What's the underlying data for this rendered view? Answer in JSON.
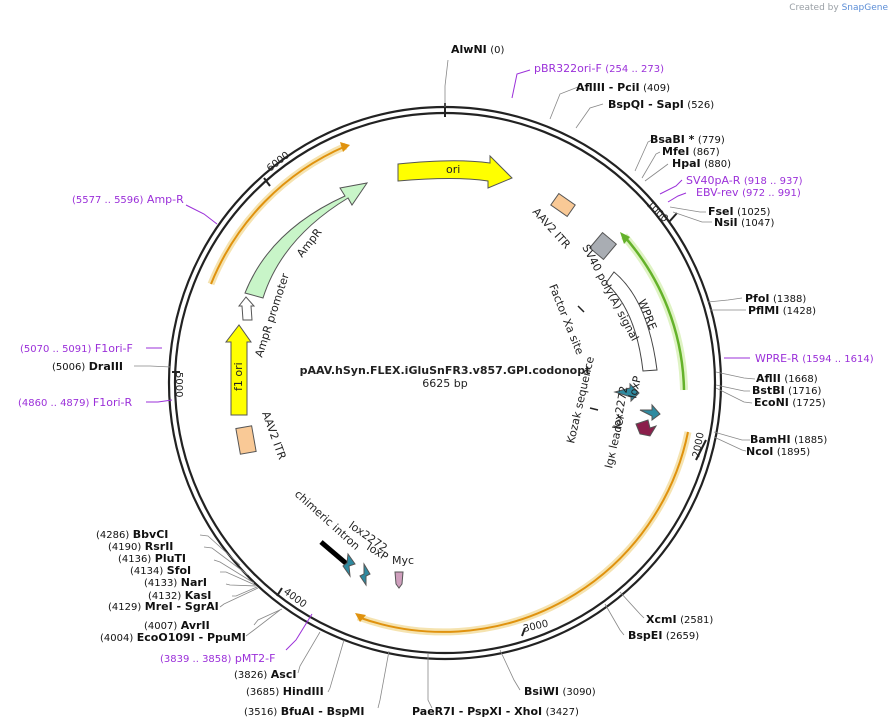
{
  "watermark": {
    "prefix": "Created by",
    "brand": "SnapGene"
  },
  "plasmid": {
    "name": "pAAV.hSyn.FLEX.iGluSnFR3.v857.GPI.codonopt",
    "size_label": "6625 bp",
    "length": 6625
  },
  "colors": {
    "primer": "#9b30d9",
    "backbone": "#222222",
    "ori": "#ffff00",
    "ampr": "#c8f5c8",
    "itr": "#f9c996",
    "orange": "#e0920e",
    "green": "#64b22a",
    "teal": "#2f8aa0",
    "plum": "#8b1f4b"
  },
  "ticks": [
    {
      "label": "1000"
    },
    {
      "label": "2000"
    },
    {
      "label": "3000"
    },
    {
      "label": "4000"
    },
    {
      "label": "5000"
    },
    {
      "label": "6000"
    }
  ],
  "enzymes": [
    {
      "name": "AlwNI",
      "pos": "(0)"
    },
    {
      "name": "AflIII - PciI",
      "pos": "(409)"
    },
    {
      "name": "BspQI - SapI",
      "pos": "(526)"
    },
    {
      "name": "BsaBI *",
      "pos": "(779)"
    },
    {
      "name": "MfeI",
      "pos": "(867)"
    },
    {
      "name": "HpaI",
      "pos": "(880)"
    },
    {
      "name": "FseI",
      "pos": "(1025)"
    },
    {
      "name": "NsiI",
      "pos": "(1047)"
    },
    {
      "name": "PfoI",
      "pos": "(1388)"
    },
    {
      "name": "PflMI",
      "pos": "(1428)"
    },
    {
      "name": "AflII",
      "pos": "(1668)"
    },
    {
      "name": "BstBI",
      "pos": "(1716)"
    },
    {
      "name": "EcoNI",
      "pos": "(1725)"
    },
    {
      "name": "BamHI",
      "pos": "(1885)"
    },
    {
      "name": "NcoI",
      "pos": "(1895)"
    },
    {
      "name": "XcmI",
      "pos": "(2581)"
    },
    {
      "name": "BspEI",
      "pos": "(2659)"
    },
    {
      "name": "BsiWI",
      "pos": "(3090)"
    },
    {
      "name": "PaeR7I - PspXI - XhoI",
      "pos": "(3427)"
    },
    {
      "name": "BfuAI - BspMI",
      "pos": "(3516)"
    },
    {
      "name": "HindIII",
      "pos": "(3685)"
    },
    {
      "name": "AscI",
      "pos": "(3826)"
    },
    {
      "name": "EcoO109I - PpuMI",
      "pos": "(4004)"
    },
    {
      "name": "AvrII",
      "pos": "(4007)"
    },
    {
      "name": "MreI - SgrAI",
      "pos": "(4129)"
    },
    {
      "name": "KasI",
      "pos": "(4132)"
    },
    {
      "name": "NarI",
      "pos": "(4133)"
    },
    {
      "name": "SfoI",
      "pos": "(4134)"
    },
    {
      "name": "PluTI",
      "pos": "(4136)"
    },
    {
      "name": "RsrII",
      "pos": "(4190)"
    },
    {
      "name": "BbvCI",
      "pos": "(4286)"
    },
    {
      "name": "DraIII",
      "pos": "(5006)"
    }
  ],
  "primers": [
    {
      "name": "pBR322ori-F",
      "range": "(254 .. 273)"
    },
    {
      "name": "SV40pA-R",
      "range": "(918 .. 937)"
    },
    {
      "name": "EBV-rev",
      "range": "(972 .. 991)"
    },
    {
      "name": "WPRE-R",
      "range": "(1594 .. 1614)"
    },
    {
      "name": "pMT2-F",
      "range": "(3839 .. 3858)"
    },
    {
      "name": "F1ori-R",
      "range": "(4860 .. 4879)"
    },
    {
      "name": "F1ori-F",
      "range": "(5070 .. 5091)"
    },
    {
      "name": "Amp-R",
      "range": "(5577 .. 5596)"
    }
  ],
  "features": [
    {
      "name": "ori"
    },
    {
      "name": "AmpR"
    },
    {
      "name": "AmpR promoter"
    },
    {
      "name": "f1 ori"
    },
    {
      "name": "AAV2 ITR"
    },
    {
      "name": "AAV2 ITR"
    },
    {
      "name": "SV40 poly(A) signal"
    },
    {
      "name": "WPRE"
    },
    {
      "name": "Factor Xa site"
    },
    {
      "name": "Kozak sequence"
    },
    {
      "name": "lox2272"
    },
    {
      "name": "loxP"
    },
    {
      "name": "Igκ leader"
    },
    {
      "name": "chimeric intron"
    },
    {
      "name": "lox2272"
    },
    {
      "name": "loxP"
    },
    {
      "name": "Myc"
    }
  ]
}
